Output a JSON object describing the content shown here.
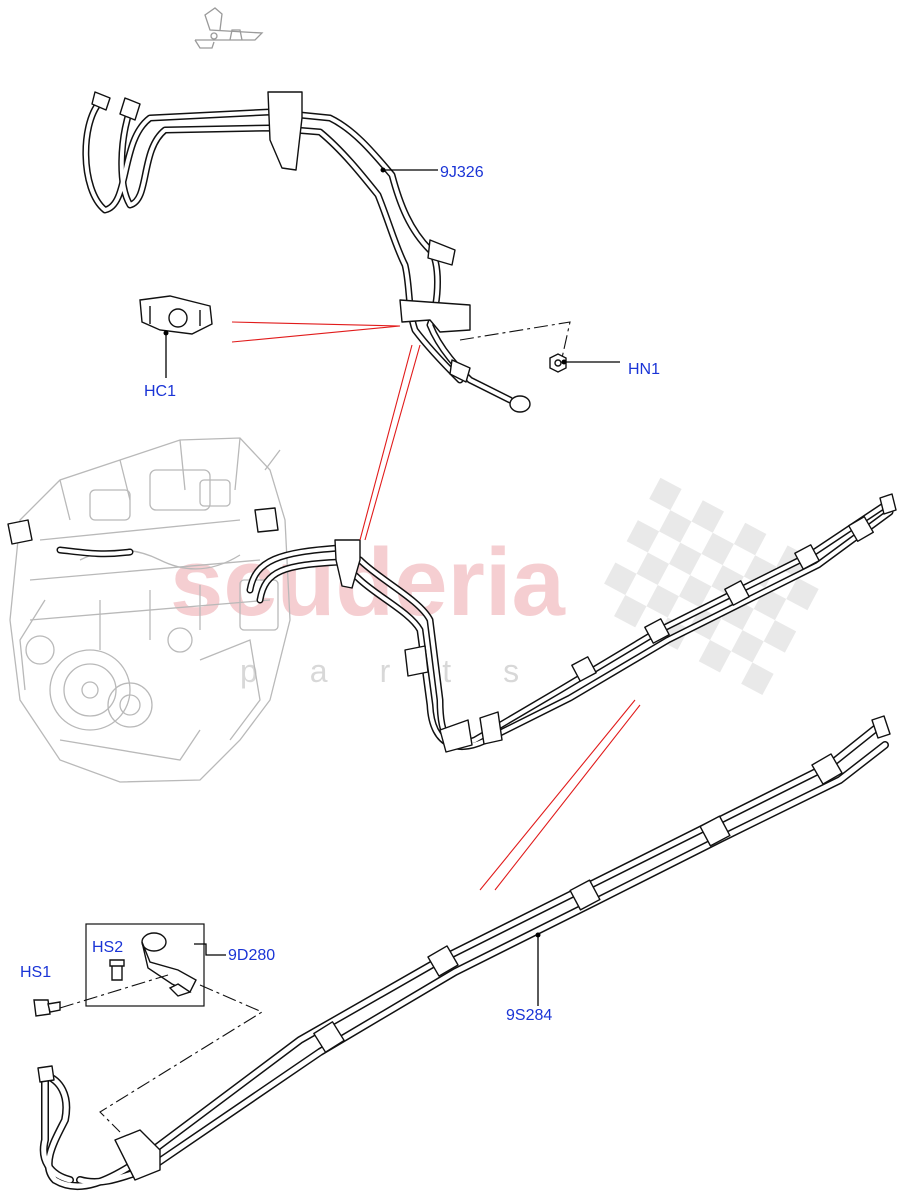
{
  "watermark": {
    "brand": "scuderia",
    "sub": "parts",
    "color": "#f3c2c6",
    "checker_color": "#e2e2e2"
  },
  "colors": {
    "callout_text": "#1a34d6",
    "leader_line": "#000000",
    "reference_line": "#e11b1b",
    "pipe_stroke": "#111111",
    "engine_stroke": "#b9b9b9"
  },
  "callouts": {
    "c9J326": "9J326",
    "cHC1": "HC1",
    "cHN1": "HN1",
    "cHS2": "HS2",
    "c9D280": "9D280",
    "cHS1": "HS1",
    "c9S284": "9S284"
  }
}
